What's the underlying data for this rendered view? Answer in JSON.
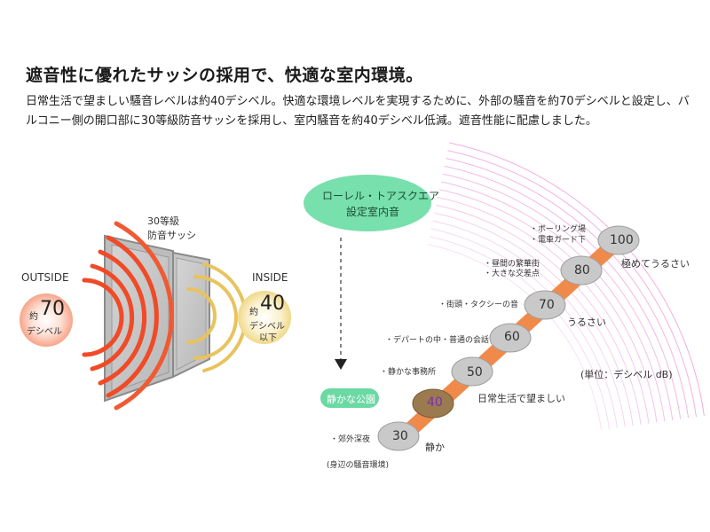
{
  "heading": "遮音性に優れたサッシの採用で、快適な室内環境。",
  "body": "日常生活で望ましい騒音レベルは約40デシベル。快適な環境レベルを実現するために、外部の騒音を約70デシベルと設定し、バルコニー側の開口部に30等級防音サッシを採用し、室内騒音を約40デシベル低減。遮音性能に配慮しました。",
  "left_diagram": {
    "sash_label_line1": "30等級",
    "sash_label_line2": "防音サッシ",
    "outside_label": "OUTSIDE",
    "outside_prefix": "約",
    "outside_value": "70",
    "outside_unit": "デシベル",
    "inside_label": "INSIDE",
    "inside_prefix": "約",
    "inside_value": "40",
    "inside_unit": "デシベル",
    "inside_suffix": "以下"
  },
  "right_diagram": {
    "callout_line1": "ローレル・トアスクエア",
    "callout_line2": "設定室内音",
    "park_label": "静かな公園",
    "unit_label": "(単位：デシベル dB)",
    "footnote": "(身辺の騒音環境)",
    "highlight_color": "#9b7a4f",
    "bar_color": "#f08a4b",
    "levels": [
      {
        "value": "30",
        "example": "・郊外深夜",
        "rating": "静か"
      },
      {
        "value": "40",
        "example": "",
        "rating": "",
        "highlight": true
      },
      {
        "value": "50",
        "example": "・静かな事務所",
        "rating": "日常生活で望ましい"
      },
      {
        "value": "60",
        "example": "・デパートの中・普通の会話",
        "rating": ""
      },
      {
        "value": "70",
        "example": "・街頭・タクシーの音",
        "rating": "うるさい"
      },
      {
        "value": "80",
        "example": "・昼間の繁華街",
        "example2": "・大きな交差点",
        "rating": ""
      },
      {
        "value": "100",
        "example": "・ボーリング場",
        "example2": "・電車ガード下",
        "rating": "極めてうるさい"
      }
    ]
  }
}
